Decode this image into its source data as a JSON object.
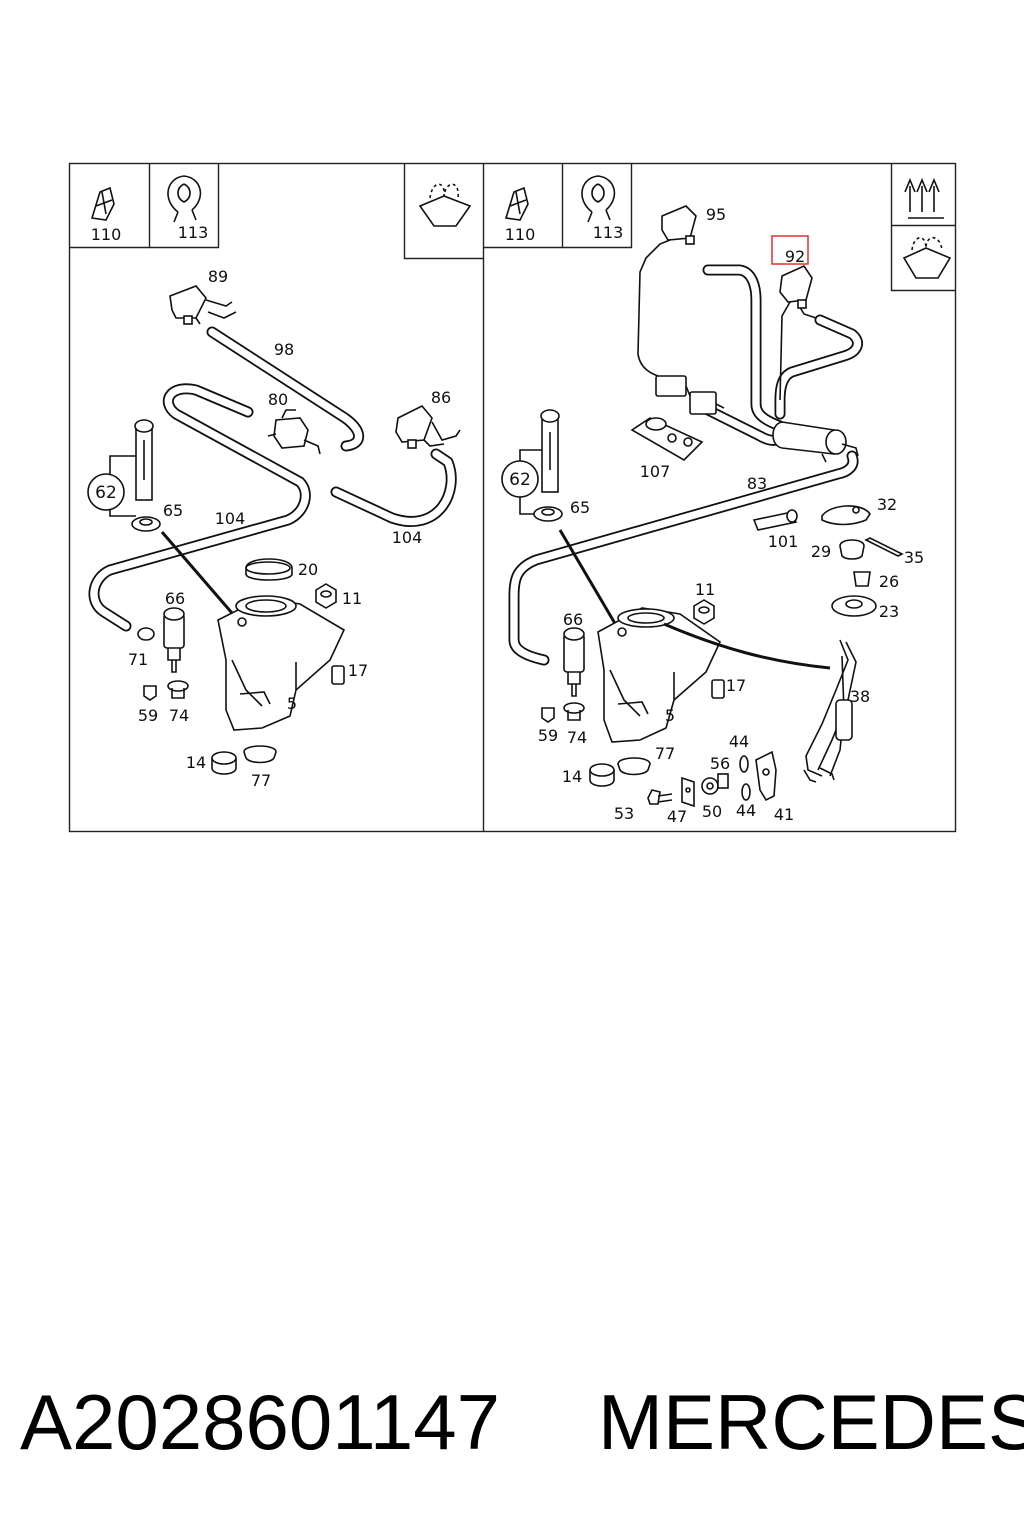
{
  "labels_left": {
    "l110": "110",
    "l113": "113",
    "l89": "89",
    "l98": "98",
    "l80": "80",
    "l86": "86",
    "l62": "62",
    "l65": "65",
    "l104a": "104",
    "l104b": "104",
    "l20": "20",
    "l11": "11",
    "l66": "66",
    "l71": "71",
    "l17": "17",
    "l5": "5",
    "l59": "59",
    "l74": "74",
    "l14": "14",
    "l77": "77"
  },
  "labels_right": {
    "l110": "110",
    "l113": "113",
    "l95": "95",
    "l92": "92",
    "l62": "62",
    "l65": "65",
    "l107": "107",
    "l83": "83",
    "l32": "32",
    "l101": "101",
    "l29": "29",
    "l35": "35",
    "l26": "26",
    "l23": "23",
    "l11": "11",
    "l66": "66",
    "l17": "17",
    "l38": "38",
    "l5": "5",
    "l59": "59",
    "l74": "74",
    "l77": "77",
    "l44a": "44",
    "l56": "56",
    "l14": "14",
    "l53": "53",
    "l47": "47",
    "l50": "50",
    "l44b": "44",
    "l41": "41"
  },
  "highlight": {
    "color": "#e03030",
    "part": "92"
  },
  "footer": {
    "part_number": "A2028601147",
    "brand": "MERCEDES"
  }
}
